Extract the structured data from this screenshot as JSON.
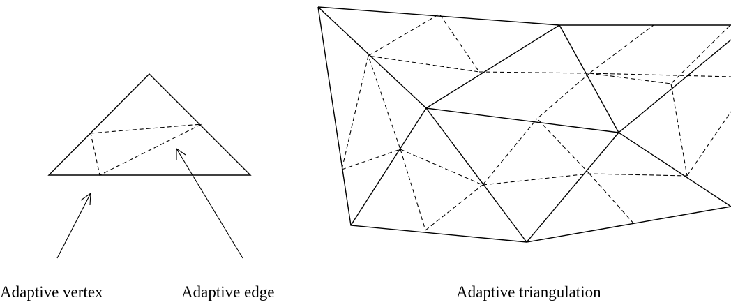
{
  "labels": {
    "vertex": "Adaptive vertex",
    "edge": "Adaptive edge",
    "triangulation": "Adaptive triangulation"
  },
  "colors": {
    "stroke": "#000000",
    "background": "#ffffff"
  }
}
